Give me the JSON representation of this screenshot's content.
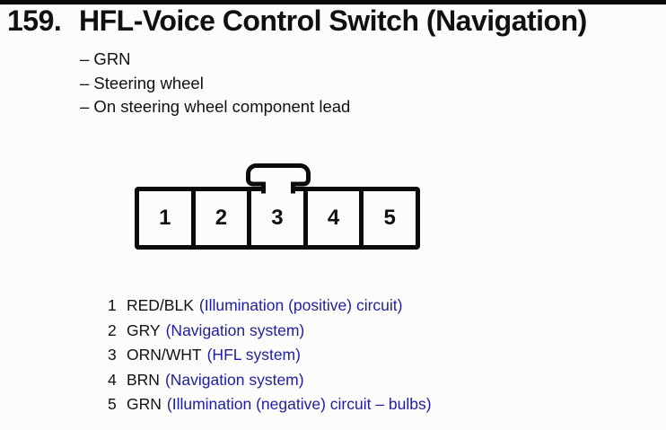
{
  "page": {
    "title_number": "159.",
    "title": "HFL-Voice Control Switch (Navigation)",
    "bullets": [
      "– GRN",
      "– Steering wheel",
      "– On steering wheel component lead"
    ],
    "connector": {
      "pins": [
        "1",
        "2",
        "3",
        "4",
        "5"
      ]
    },
    "pin_list": [
      {
        "pin": "1",
        "wire": "RED/BLK",
        "circuit": "(Illumination (positive) circuit)"
      },
      {
        "pin": "2",
        "wire": "GRY",
        "circuit": "(Navigation system)"
      },
      {
        "pin": "3",
        "wire": "ORN/WHT",
        "circuit": "(HFL system)"
      },
      {
        "pin": "4",
        "wire": "BRN",
        "circuit": "(Navigation system)"
      },
      {
        "pin": "5",
        "wire": "GRN",
        "circuit": "(Illumination (negative) circuit – bulbs)"
      }
    ],
    "colors": {
      "circuit_link_blue": "#1F1F9E",
      "text_black": "#101010",
      "background": "#FCFCFA"
    }
  }
}
